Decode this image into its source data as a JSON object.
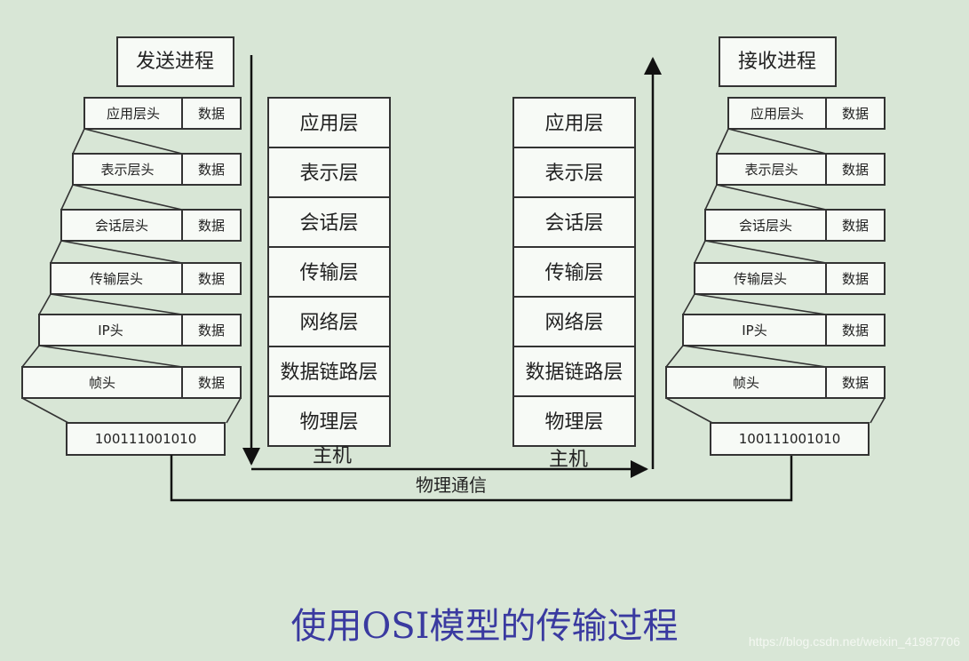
{
  "sender": {
    "title": "发送进程",
    "layers": [
      "应用层",
      "表示层",
      "会话层",
      "传输层",
      "网络层",
      "数据链路层",
      "物理层"
    ],
    "host_label": "主机",
    "headers": [
      "应用层头",
      "表示层头",
      "会话层头",
      "传输层头",
      "IP头",
      "帧头"
    ],
    "data_label": "数据",
    "bits": "100111001010"
  },
  "receiver": {
    "title": "接收进程",
    "layers": [
      "应用层",
      "表示层",
      "会话层",
      "传输层",
      "网络层",
      "数据链路层",
      "物理层"
    ],
    "host_label": "主机",
    "headers": [
      "应用层头",
      "表示层头",
      "会话层头",
      "传输层头",
      "IP头",
      "帧头"
    ],
    "data_label": "数据",
    "bits": "100111001010"
  },
  "physical_link_label": "物理通信",
  "caption": "使用OSI模型的传输过程",
  "watermark": "https://blog.csdn.net/weixin_41987706"
}
